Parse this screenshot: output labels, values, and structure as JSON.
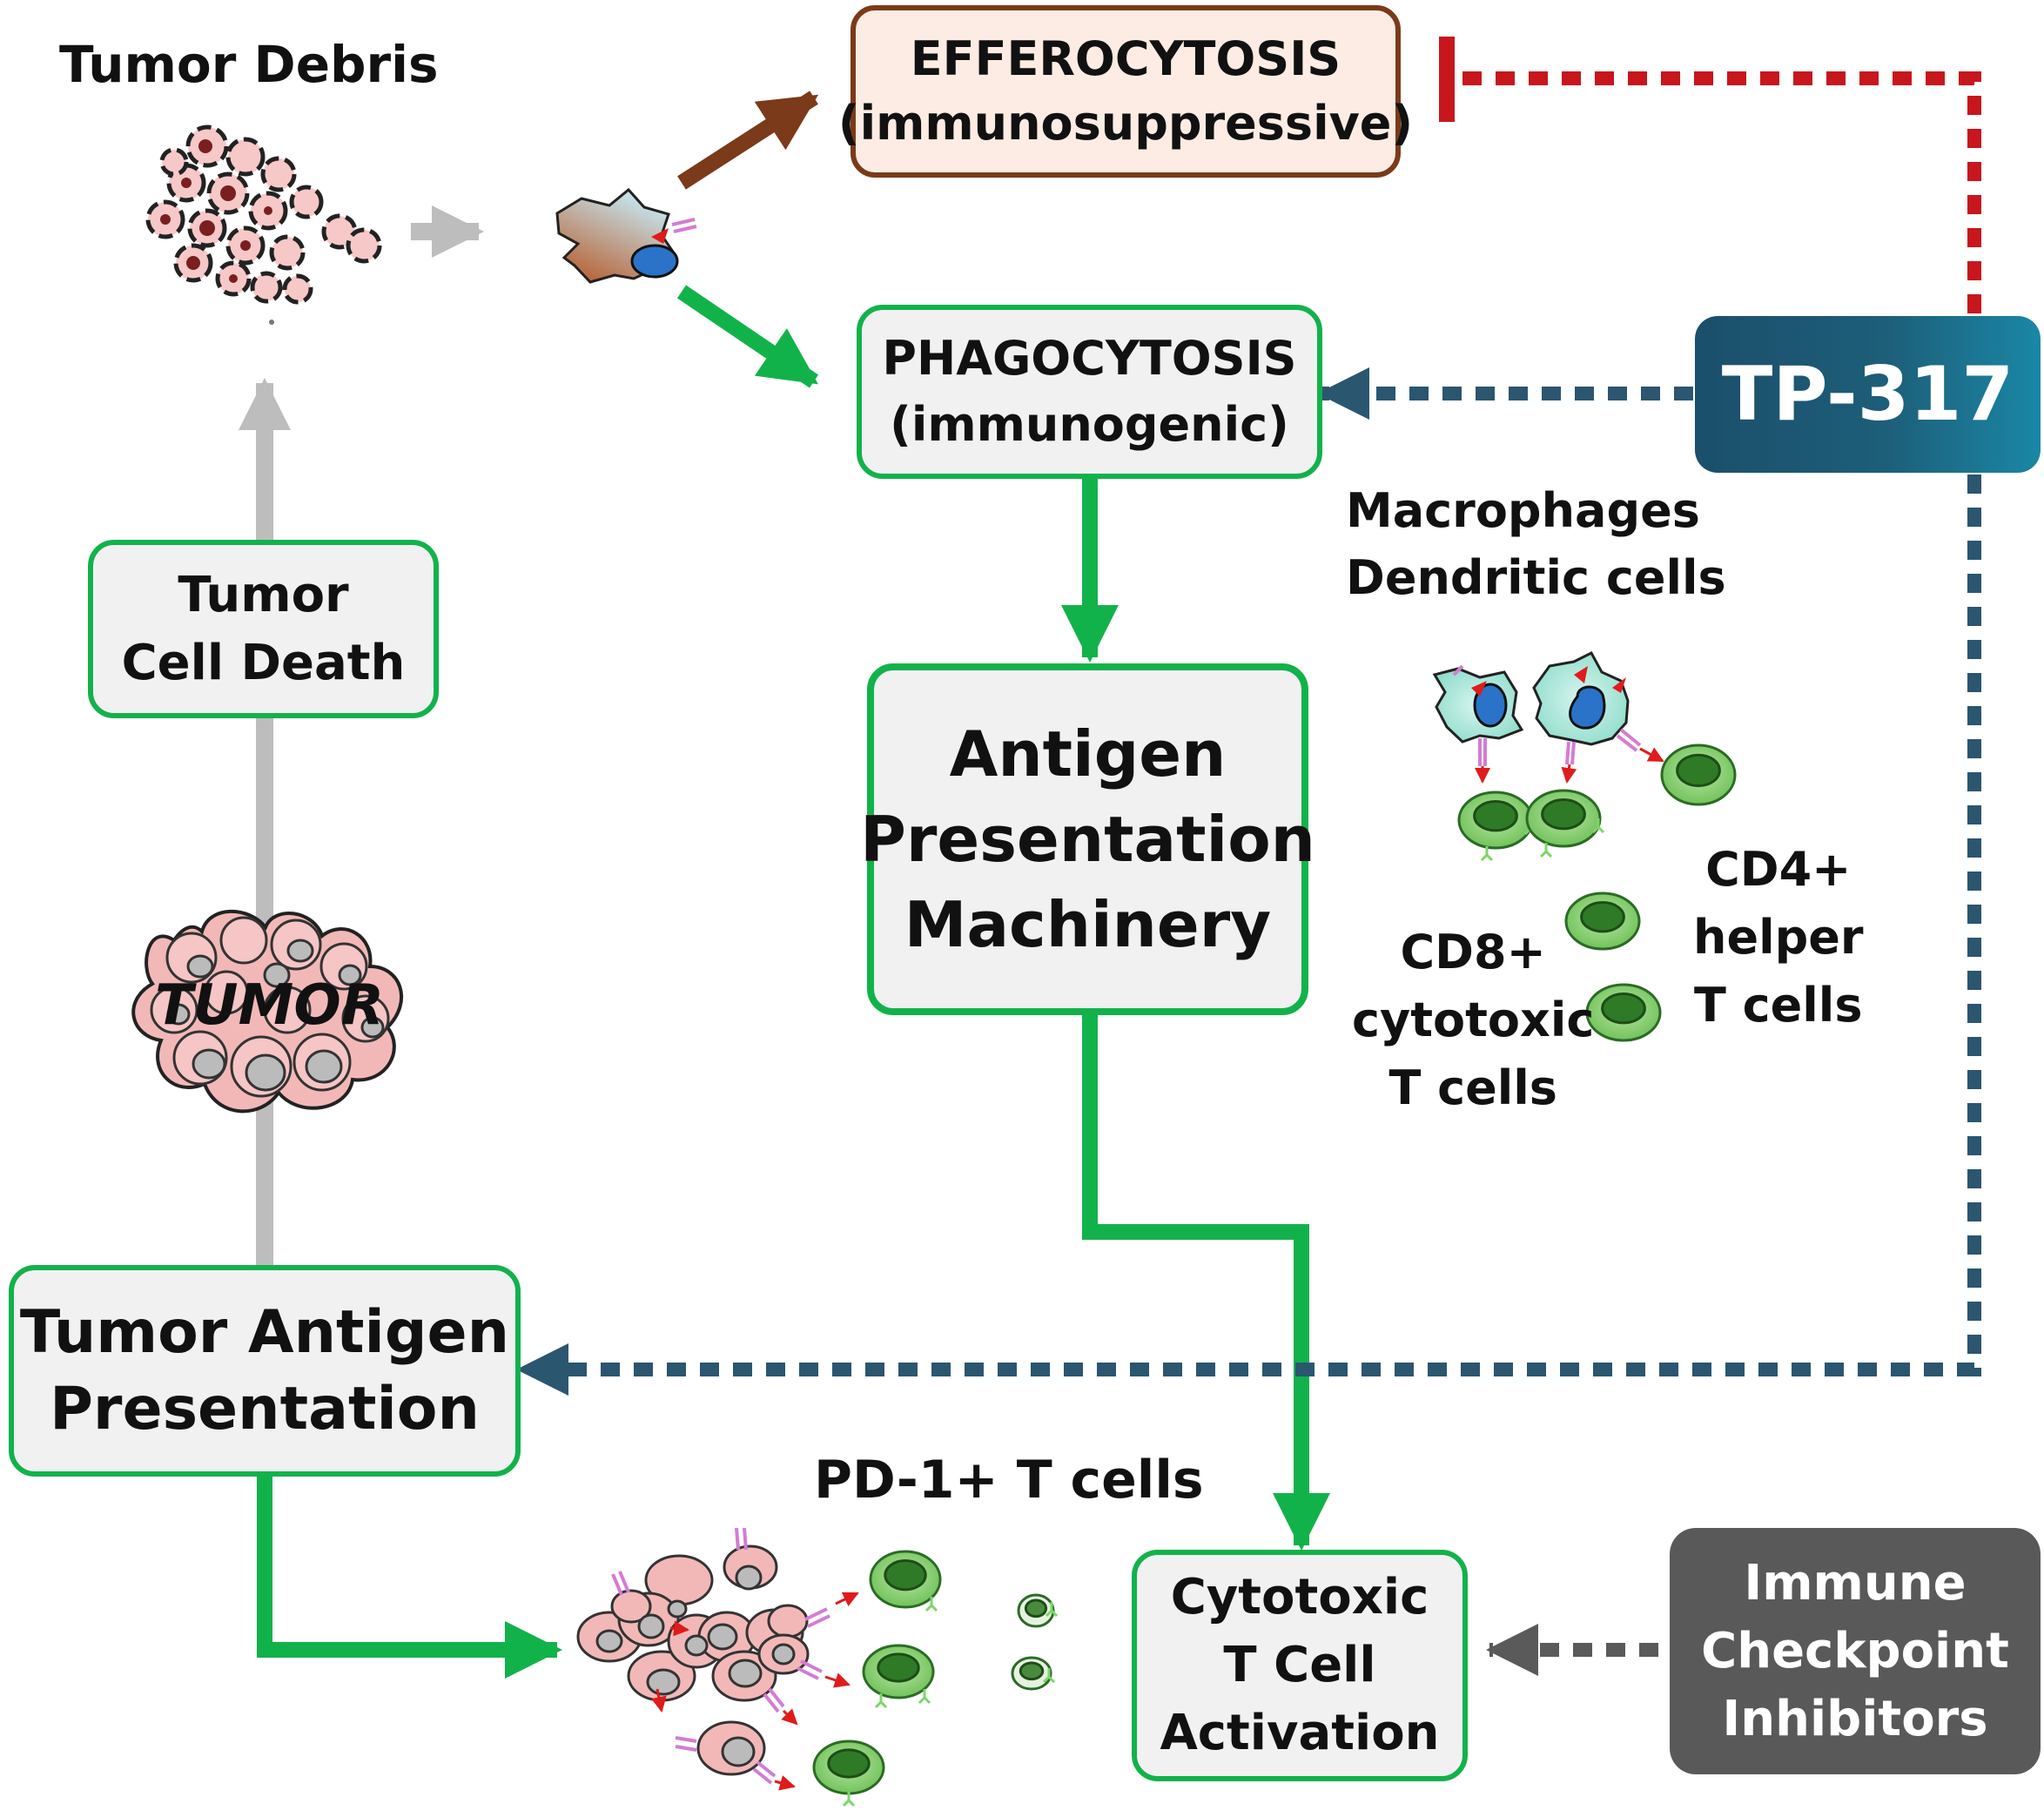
{
  "labels": {
    "tumor_debris": "Tumor Debris",
    "tumor": "TUMOR",
    "macrophages_dendritic": [
      "Macrophages",
      "Dendritic cells"
    ],
    "cd8": [
      "CD8+",
      "cytotoxic",
      "T cells"
    ],
    "cd4": [
      "CD4+",
      "helper",
      "T cells"
    ],
    "pd1": "PD-1+ T cells"
  },
  "boxes": {
    "efferocytosis": [
      "EFFEROCYTOSIS",
      "(immunosuppressive)"
    ],
    "phagocytosis": [
      "PHAGOCYTOSIS",
      "(immunogenic)"
    ],
    "tumor_cell_death": [
      "Tumor",
      "Cell Death"
    ],
    "antigen_presentation_machinery": [
      "Antigen",
      "Presentation",
      "Machinery"
    ],
    "tumor_antigen_presentation": [
      "Tumor Antigen",
      "Presentation"
    ],
    "cytotoxic_activation": [
      "Cytotoxic",
      "T Cell",
      "Activation"
    ],
    "tp317": "TP-317",
    "immune_checkpoint_inhibitors": [
      "Immune",
      "Checkpoint",
      "Inhibitors"
    ]
  },
  "colors": {
    "green_arrow": "#12b24b",
    "brown_arrow": "#7b3a19",
    "gray_arrow": "#bdbdbd",
    "inhibit_red": "#c8161d",
    "tp317_dotted": "#2b5670",
    "ici_dotted": "#5a5a5a",
    "tumor_cell": "#f2b8b8",
    "t_cell": "#8fd07a",
    "dendritic_cell": "#a6e6da"
  },
  "icons": [
    "debris-cluster-icon",
    "macrophage-icon",
    "tumor-mass-icon",
    "dendritic-cell-icon",
    "t-cell-icon",
    "tumor-cell-icon",
    "receptor-icon"
  ]
}
